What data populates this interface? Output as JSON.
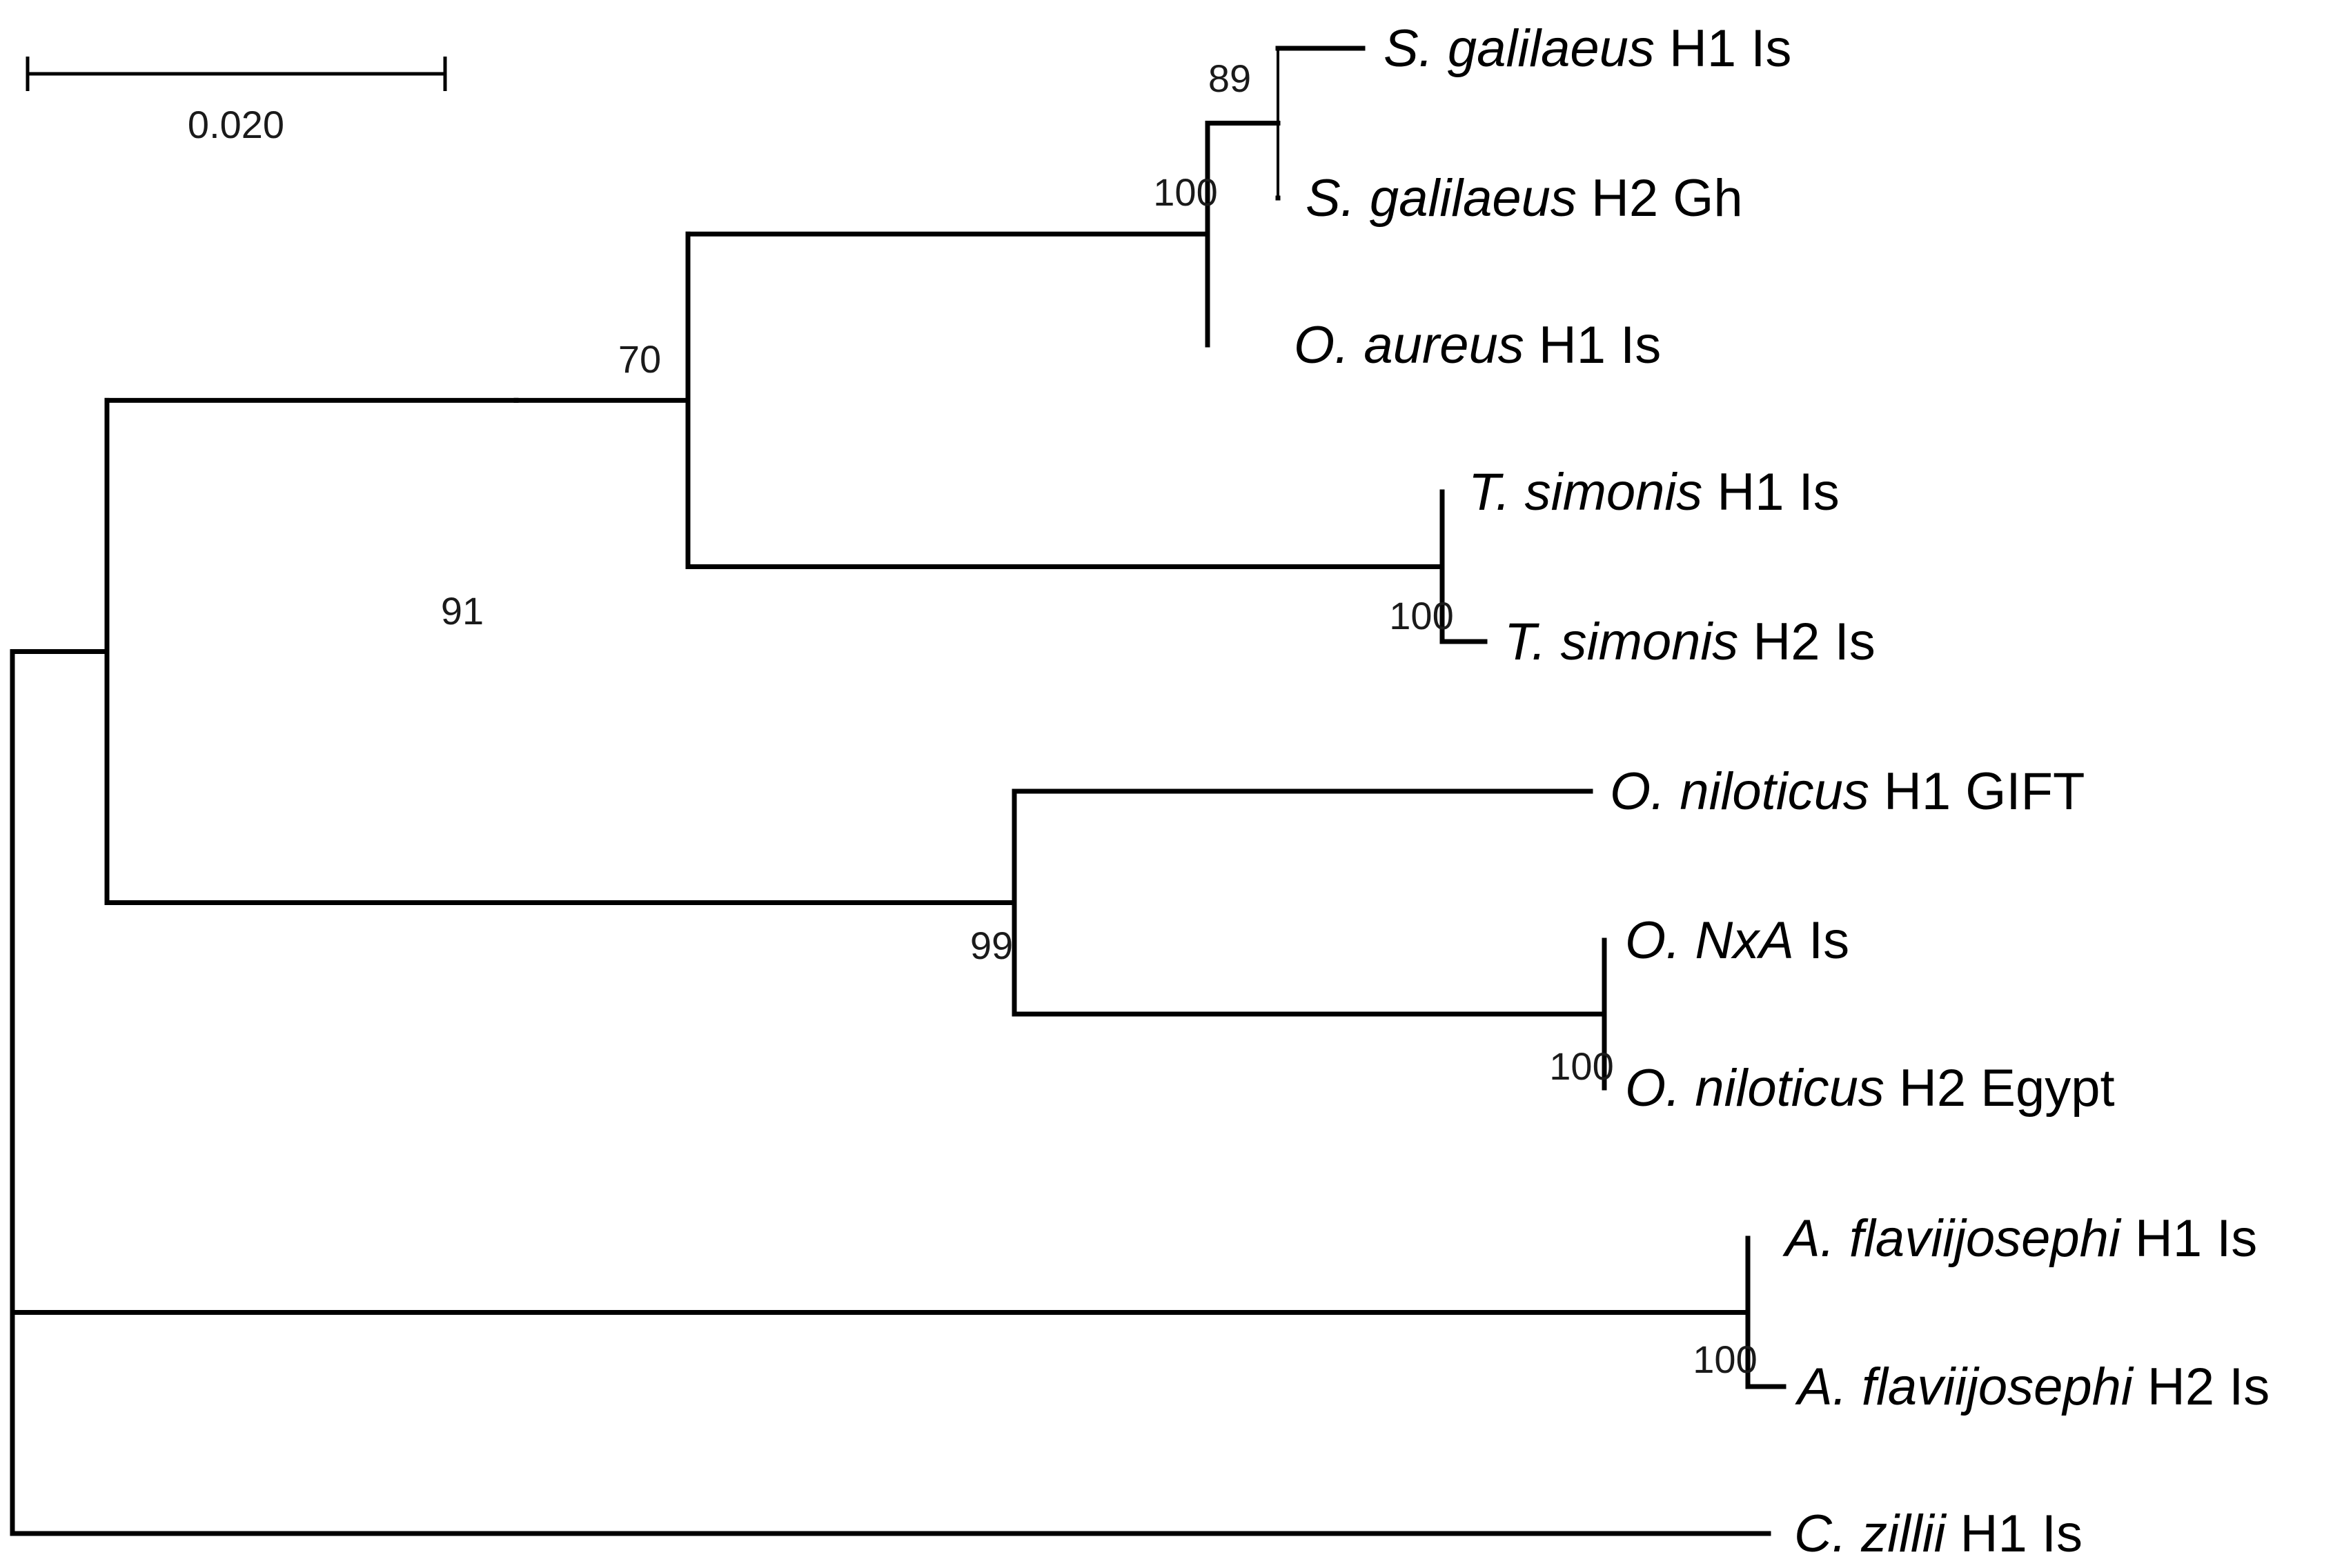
{
  "scale_bar": {
    "label": "0.020",
    "value": 0.02
  },
  "tree": {
    "id": "root",
    "children": [
      {
        "id": "n91",
        "support": "91",
        "children": [
          {
            "id": "n70a",
            "support": "",
            "children": [
              {
                "id": "n70",
                "support": "70",
                "children": [
                  {
                    "id": "n100a",
                    "support": "100",
                    "children": [
                      {
                        "id": "n89",
                        "support": "89",
                        "children": [
                          {
                            "id": "sgal_h1",
                            "species": "S. galilaeus",
                            "suffix": " H1 Is"
                          },
                          {
                            "id": "sgal_h2",
                            "species": "S. galilaeus",
                            "suffix": " H2 Gh"
                          }
                        ]
                      },
                      {
                        "id": "oaur_h1",
                        "species": "O. aureus",
                        "suffix": " H1 Is"
                      }
                    ]
                  },
                  {
                    "id": "n100b",
                    "support": "100",
                    "children": [
                      {
                        "id": "tsim_h1",
                        "species": "T. simonis",
                        "suffix": " H1 Is"
                      },
                      {
                        "id": "tsim_h2",
                        "species": "T. simonis",
                        "suffix": " H2 Is"
                      }
                    ]
                  }
                ]
              }
            ]
          },
          {
            "id": "n99",
            "support": "99",
            "children": [
              {
                "id": "onil_h1",
                "species": "O. niloticus",
                "suffix": " H1 GIFT"
              },
              {
                "id": "n100c",
                "support": "100",
                "children": [
                  {
                    "id": "onxa",
                    "species": "O. NxA",
                    "suffix": " Is"
                  },
                  {
                    "id": "onil_h2",
                    "species": "O. niloticus",
                    "suffix": " H2 Egypt"
                  }
                ]
              }
            ]
          }
        ]
      },
      {
        "id": "n100d",
        "support": "100",
        "children": [
          {
            "id": "afla_h1",
            "species": "A. flaviijosephi",
            "suffix": " H1 Is"
          },
          {
            "id": "afla_h2",
            "species": "A. flaviijosephi",
            "suffix": " H2 Is"
          }
        ]
      },
      {
        "id": "czil_h1",
        "species": "C. zillii",
        "suffix": " H1 Is"
      }
    ]
  }
}
